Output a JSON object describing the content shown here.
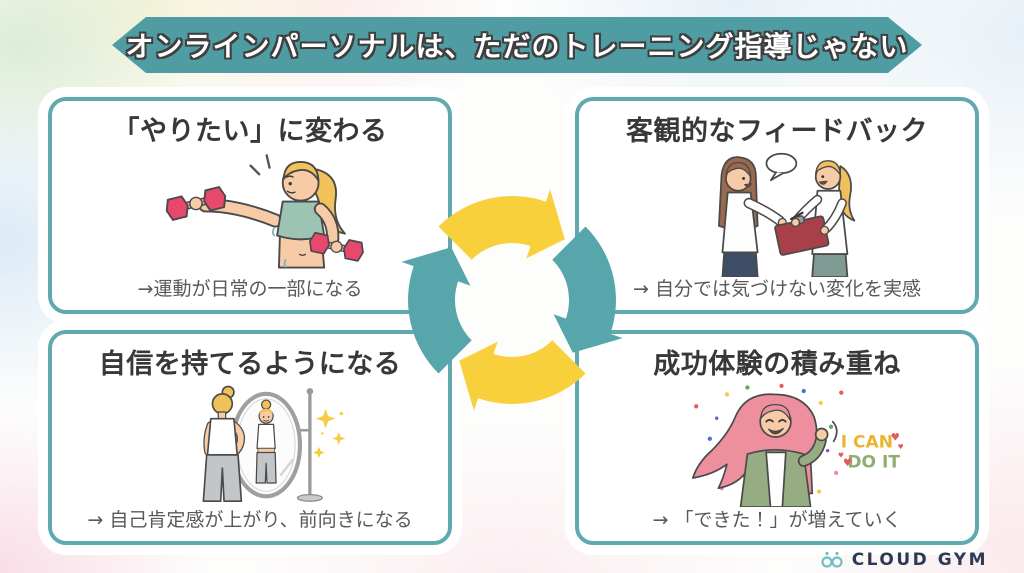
{
  "banner": {
    "title": "オンラインパーソナルは、ただのトレーニング指導じゃない"
  },
  "cards": [
    {
      "title": "「やりたい」に変わる",
      "caption": "→運動が日常の一部になる",
      "illustration": "woman-lifting-dumbbells"
    },
    {
      "title": "客観的なフィードバック",
      "caption": "→ 自分では気づけない変化を実感",
      "illustration": "two-women-feedback-talk"
    },
    {
      "title": "自信を持てるようになる",
      "caption": "→ 自己肯定感が上がり、前向きになる",
      "illustration": "woman-mirror-reflection"
    },
    {
      "title": "成功体験の積み重ね",
      "caption": "→ 「できた！」が増えていく",
      "illustration": "happy-woman-confetti",
      "sticker": {
        "line1": "I CAN",
        "line2": "DO IT",
        "color1": "#E8B52E",
        "color2": "#8FAE6F"
      }
    }
  ],
  "cycle": {
    "yellow": "#F8D03C",
    "teal": "#57A6AC"
  },
  "footer": {
    "brand": "CLOUD GYM",
    "logo_icon": "infinity-barbell-icon"
  },
  "colors": {
    "banner_bg": "#4F9DA3",
    "banner_text": "#FFFFFF",
    "banner_outline": "#3F3F3F",
    "card_border": "#5FA9AF",
    "title_text": "#383838",
    "caption_text": "#595959",
    "brand_text": "#2B3A55",
    "logo_teal": "#74BEC4"
  }
}
